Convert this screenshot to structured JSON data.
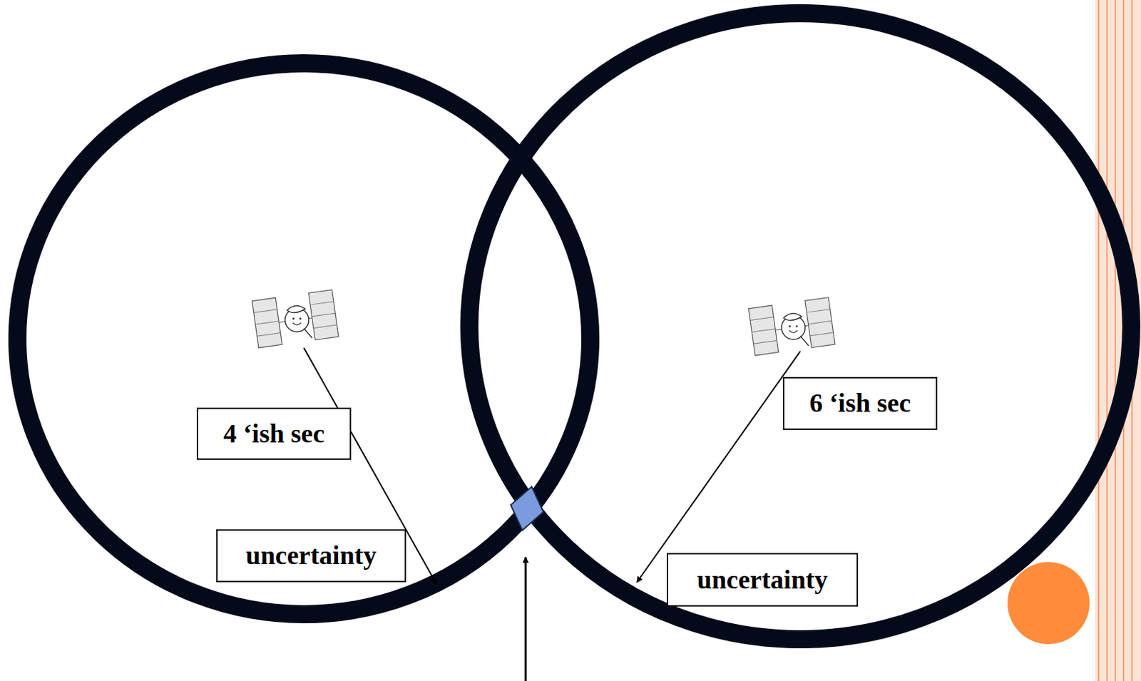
{
  "diagram": {
    "nodes": [
      {
        "text": [
          "4 ‘ish sec"
        ]
      },
      {
        "text": [
          "uncertainty"
        ]
      },
      {
        "text": [
          "6 ‘ish sec"
        ]
      },
      {
        "text": [
          "uncertainty"
        ]
      }
    ]
  }
}
